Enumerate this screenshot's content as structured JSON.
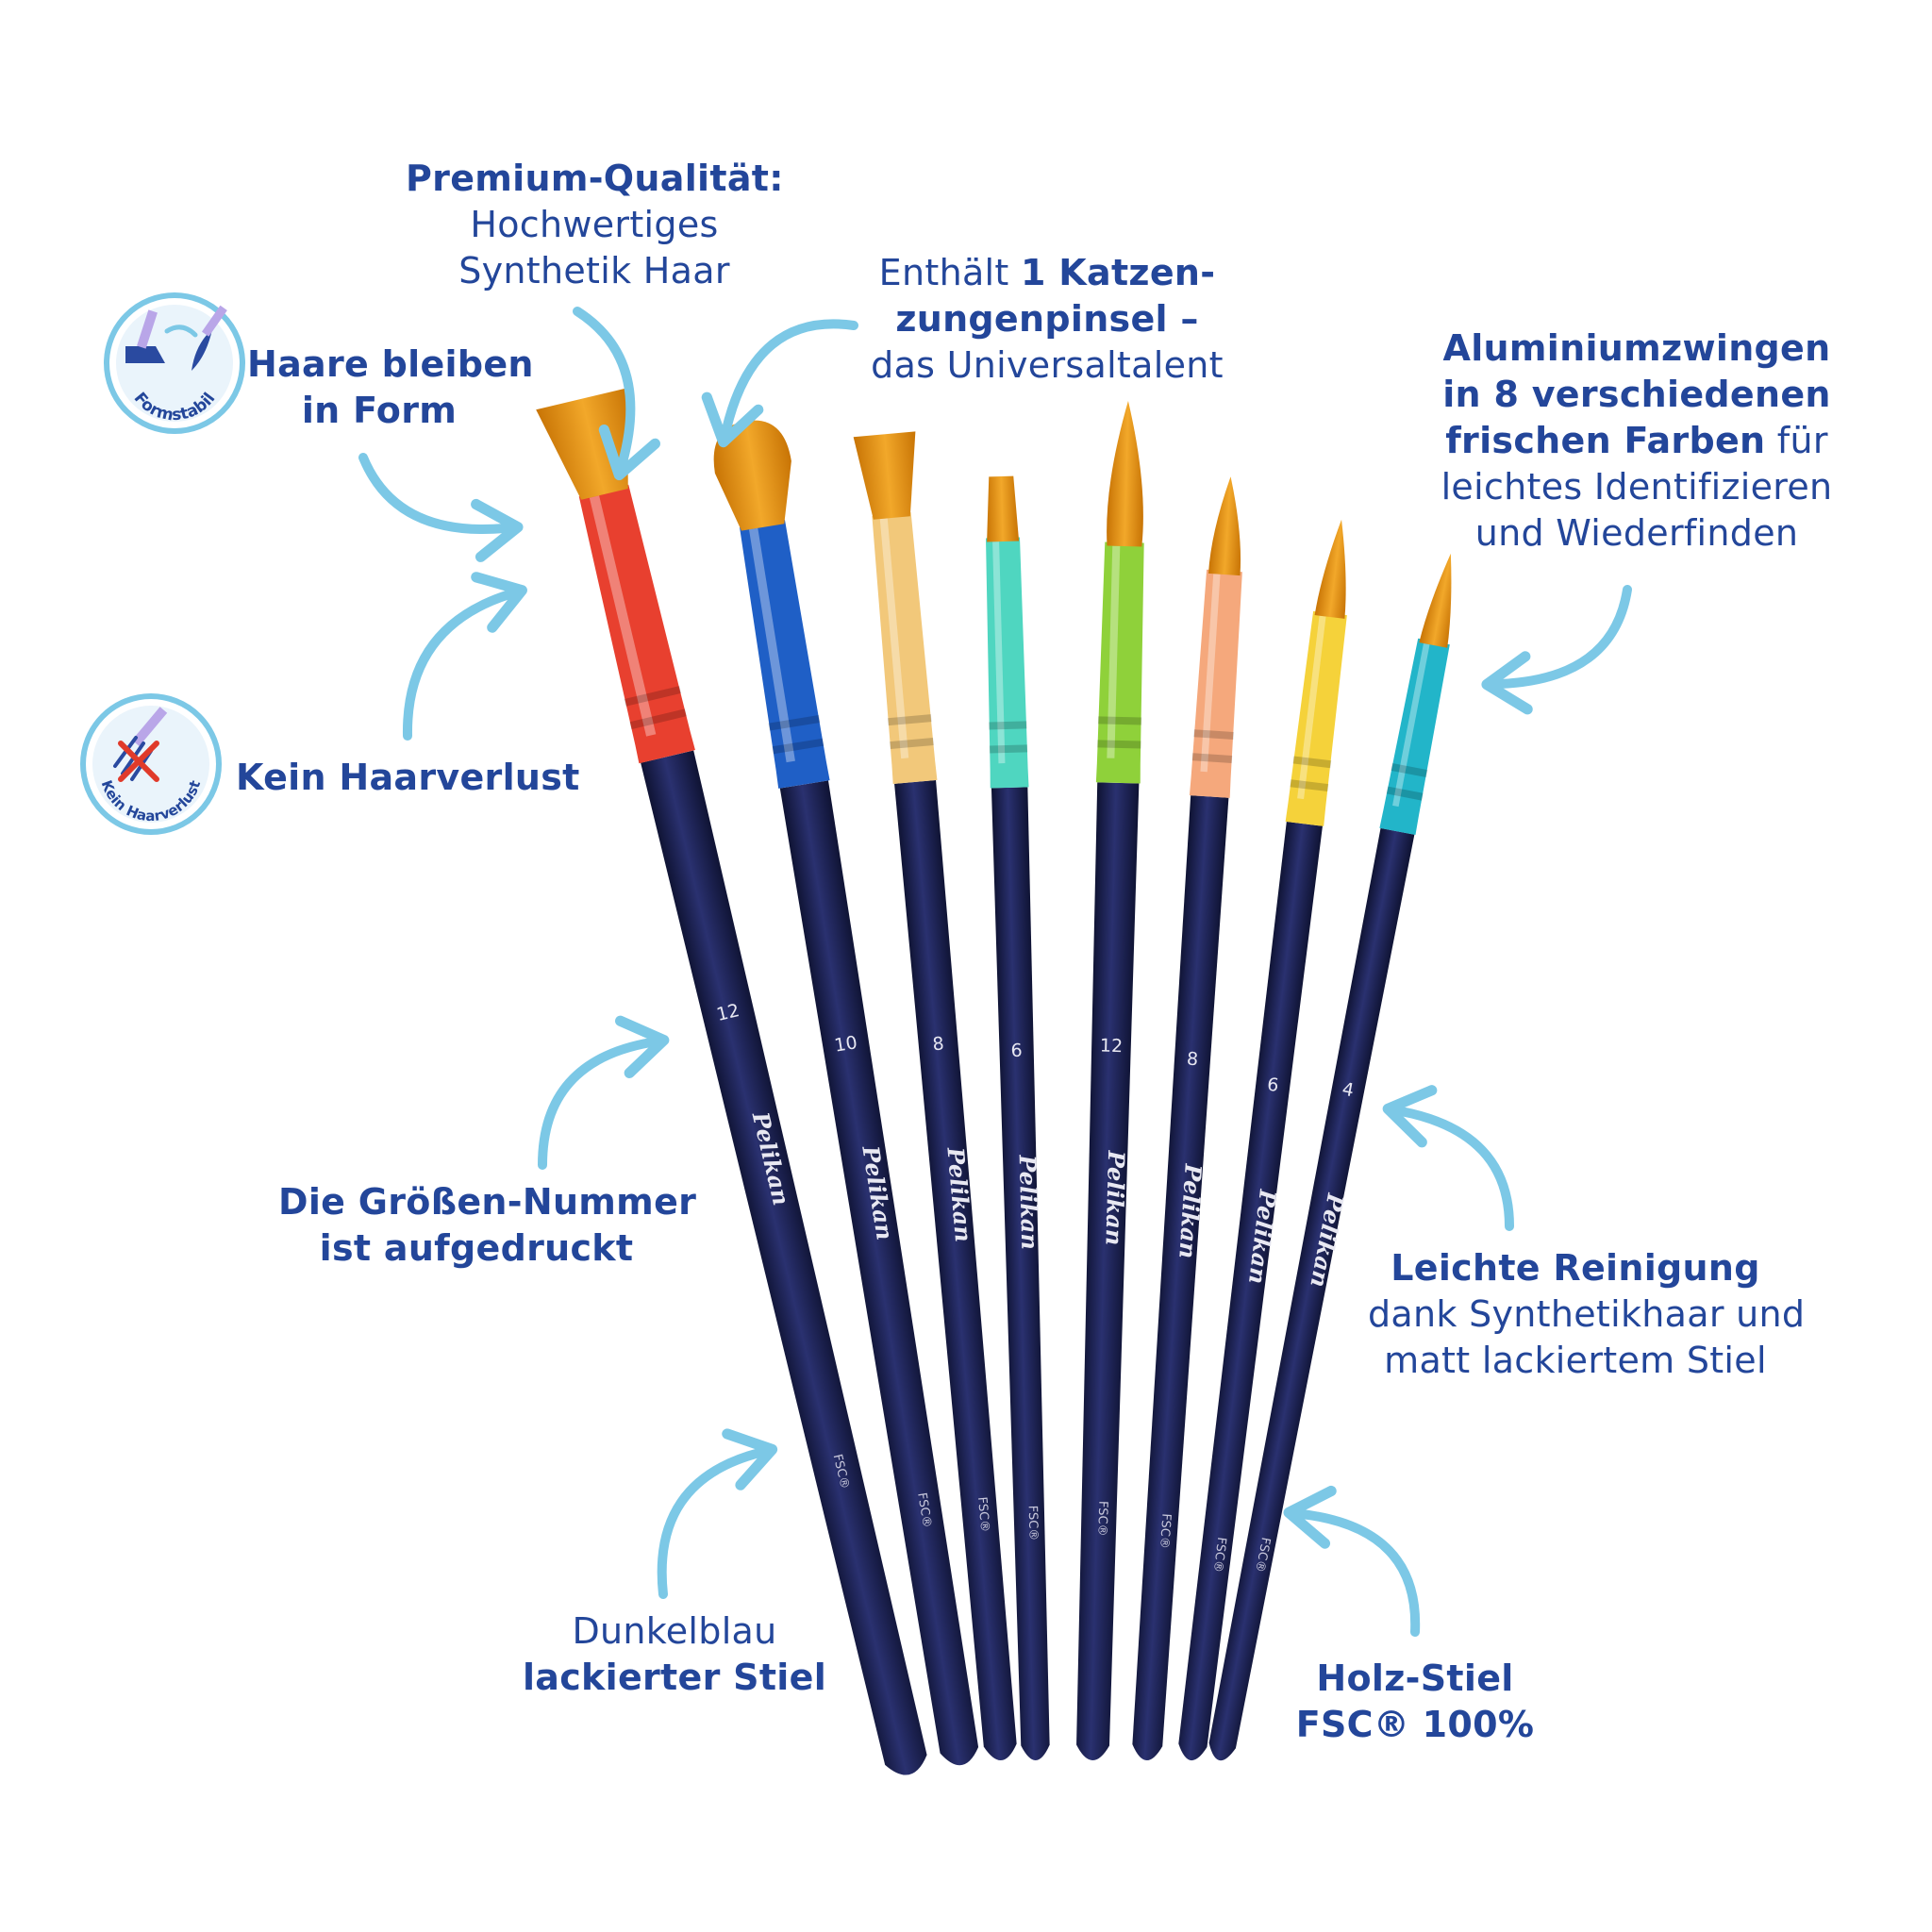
{
  "callouts": {
    "premium": {
      "title": "Premium-Qualität:",
      "line1": "Hochwertiges",
      "line2": "Synthetik Haar"
    },
    "katzenzunge": {
      "pre": "Enthält ",
      "bold1": "1 Katzen-",
      "bold2": "zungenpinsel –",
      "line3": "das Universaltalent"
    },
    "form": {
      "line1": "Haare bleiben",
      "line2": "in Form"
    },
    "haarverlust": {
      "line1": "Kein Haarverlust"
    },
    "zwingen": {
      "bold1": "Aluminiumzwingen",
      "bold2": "in 8 verschiedenen",
      "bold3": "frischen Farben",
      "rest3": " für",
      "line4": "leichtes Identifizieren",
      "line5": "und Wiederfinden"
    },
    "groesse": {
      "line1": "Die Größen-Nummer",
      "line2": "ist aufgedruckt"
    },
    "reinigung": {
      "title": "Leichte Reinigung",
      "line2": "dank Synthetikhaar und",
      "line3": "matt lackiertem Stiel"
    },
    "stiel": {
      "line1": "Dunkelblau",
      "line2": "lackierter Stiel"
    },
    "holz": {
      "line1": "Holz-Stiel",
      "line2": "FSC® 100%"
    }
  },
  "badges": {
    "formstabil": "Formstabil",
    "kein_haarverlust": "Kein Haarverlust"
  },
  "brushes": [
    {
      "size": "12",
      "ferrule_color": "#e8402f",
      "brand": "Pelikan",
      "cert": "FSC®"
    },
    {
      "size": "10",
      "ferrule_color": "#1f5fc6",
      "brand": "Pelikan",
      "cert": "FSC®"
    },
    {
      "size": "8",
      "ferrule_color": "#f2c87a",
      "brand": "Pelikan",
      "cert": "FSC®"
    },
    {
      "size": "6",
      "ferrule_color": "#4fd6c0",
      "brand": "Pelikan",
      "cert": "FSC®"
    },
    {
      "size": "12",
      "ferrule_color": "#8fd13a",
      "brand": "Pelikan",
      "cert": "FSC®"
    },
    {
      "size": "8",
      "ferrule_color": "#f5a87c",
      "brand": "Pelikan",
      "cert": "FSC®"
    },
    {
      "size": "6",
      "ferrule_color": "#f5d23a",
      "brand": "Pelikan",
      "cert": "FSC®"
    },
    {
      "size": "4",
      "ferrule_color": "#22b5c9",
      "brand": "Pelikan",
      "cert": "FSC®"
    }
  ],
  "colors": {
    "text": "#23469a",
    "arrow": "#7cc8e6",
    "handle": "#1a1f4d",
    "bristle": "#e0900f"
  }
}
